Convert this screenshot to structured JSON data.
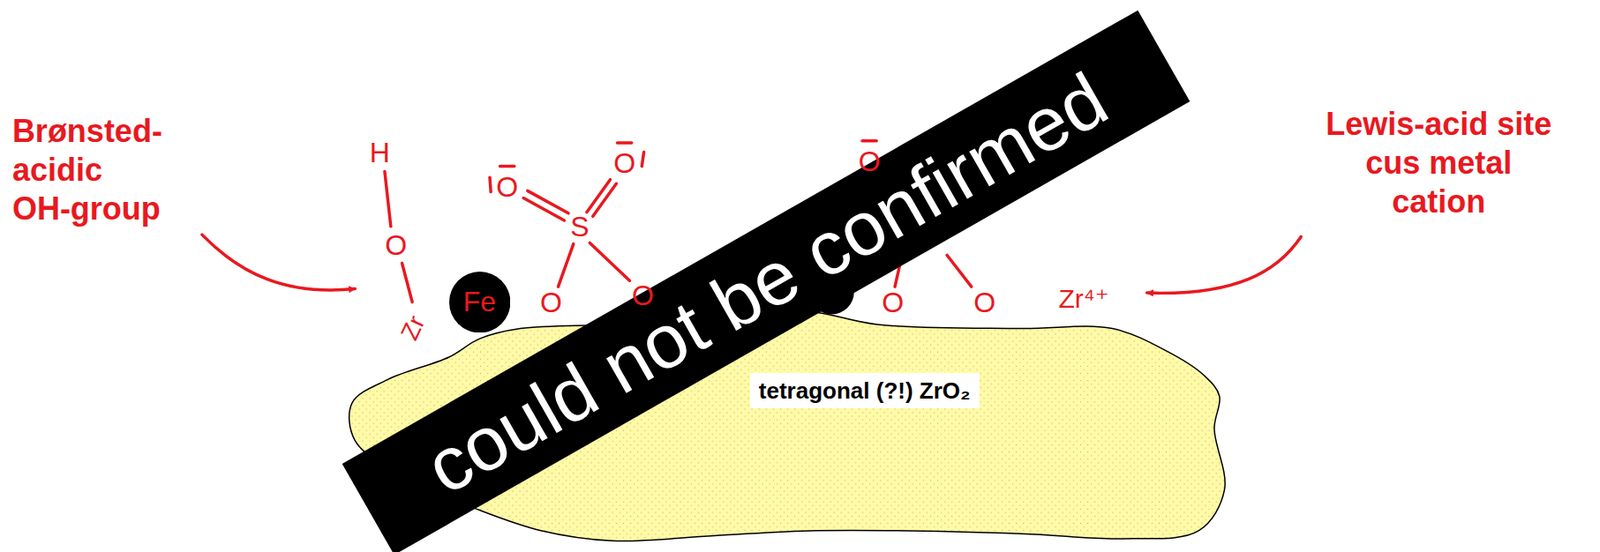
{
  "diagram": {
    "nodes": [
      {
        "text": [
          "Fe"
        ]
      },
      {
        "text": [
          "tetragonal (?!) ZrO₂"
        ]
      }
    ],
    "labels": [
      "could not be confirmed",
      "Brønsted- acidic OH-group",
      "H",
      "O",
      "Zr",
      "O",
      "S",
      "O",
      "O",
      "O",
      "O",
      "O",
      "O",
      "Zr⁴⁺",
      "Lewis-acid site cus metal cation"
    ]
  }
}
